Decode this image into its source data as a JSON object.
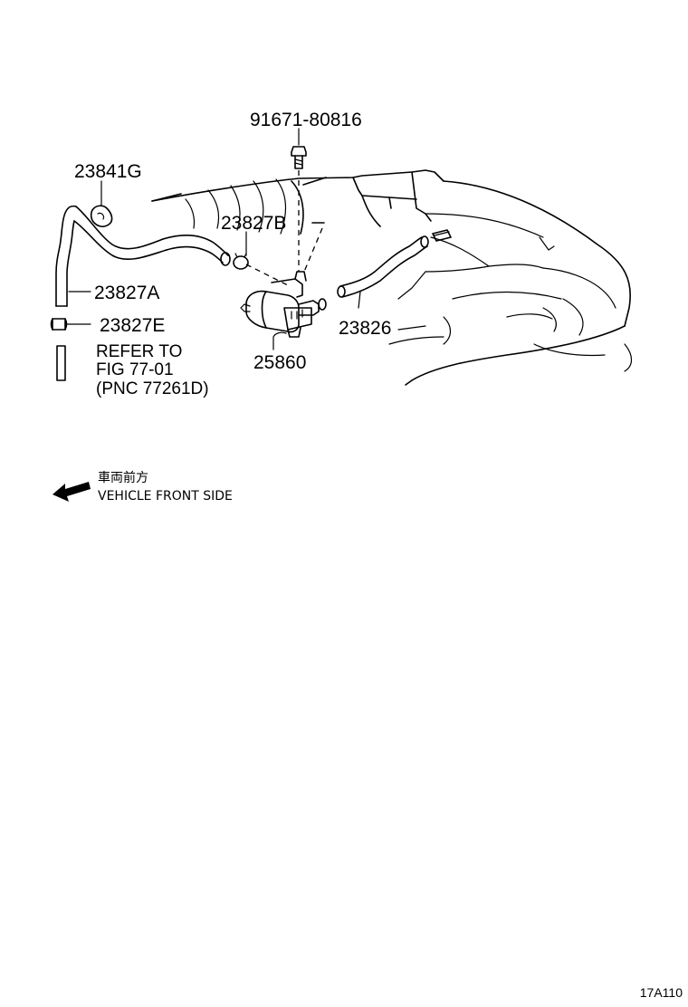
{
  "callouts": {
    "bolt": "91671-80816",
    "clamp": "23841G",
    "hose_b": "23827B",
    "hose_a": "23827A",
    "clip_e": "23827E",
    "hose_right": "23826",
    "vsv": "25860"
  },
  "refer_note": {
    "line1": "REFER TO",
    "line2": "FIG 77-01",
    "line3": "(PNC 77261D)"
  },
  "direction": {
    "jp": "車両前方",
    "en": "VEHICLE FRONT SIDE"
  },
  "figure_code": "17A110"
}
